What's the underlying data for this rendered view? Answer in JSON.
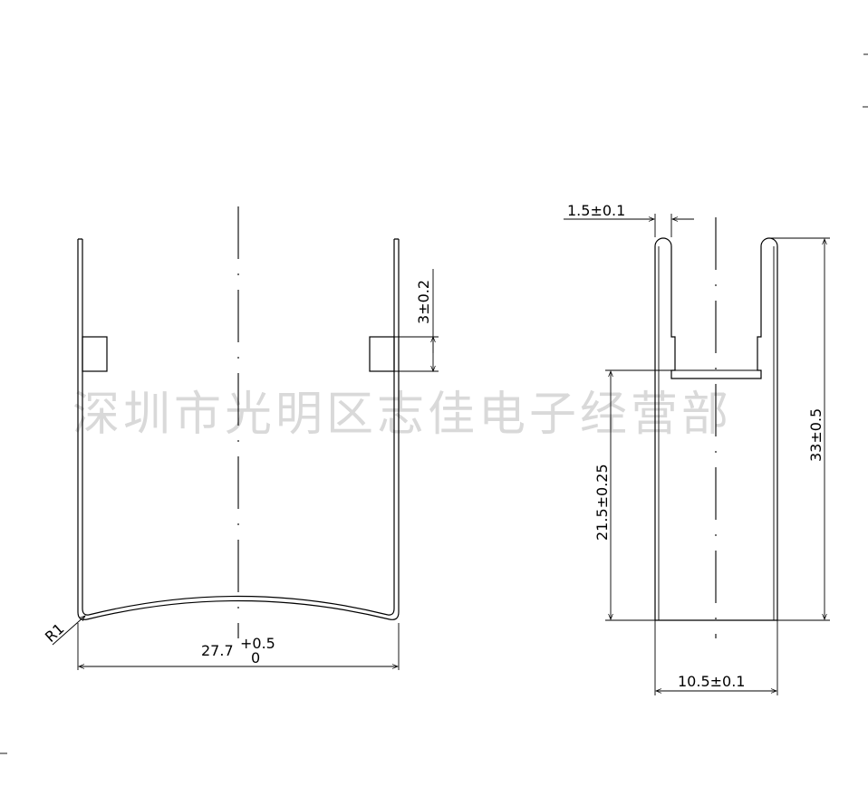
{
  "watermark": "深圳市光明区志佳电子经营部",
  "left_view": {
    "radius_label": "R1",
    "width_label_main": "27.7",
    "width_label_upper_tol": "+0.5",
    "width_label_lower_tol": "0",
    "tab_height_label": "3±0.2"
  },
  "right_view": {
    "thickness_label": "1.5±0.1",
    "slot_depth_label": "21.5±0.25",
    "total_height_label": "33±0.5",
    "width_label": "10.5±0.1"
  }
}
